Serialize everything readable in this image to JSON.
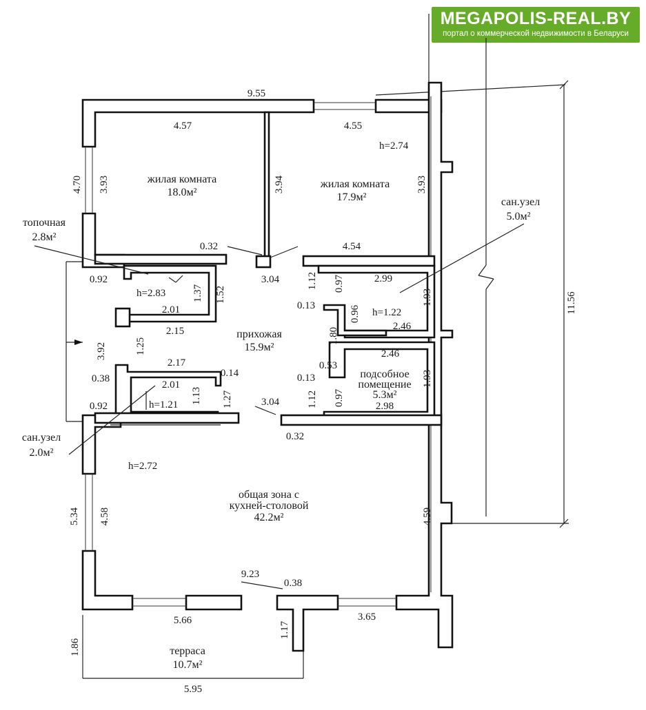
{
  "banner": {
    "site_name": "MEGAPOLIS-REAL.BY",
    "tagline": "портал о коммерческой недвижимости в Беларуси",
    "color": "#67ac28"
  },
  "rooms": {
    "living1": {
      "name": "жилая комната",
      "area": "18.0м²"
    },
    "living2": {
      "name": "жилая комната",
      "area": "17.9м²"
    },
    "boiler": {
      "name": "топочная",
      "area": "2.8м²"
    },
    "bath_right": {
      "name": "сан.узел",
      "area": "5.0м²"
    },
    "hall": {
      "name": "прихожая",
      "area": "15.9м²"
    },
    "utility": {
      "name1": "подсобное",
      "name2": "помещение",
      "area": "5.3м²"
    },
    "bath_left": {
      "name": "сан.узел",
      "area": "2.0м²"
    },
    "common": {
      "name1": "общая зона с",
      "name2": "кухней-столовой",
      "area": "42.2м²"
    },
    "terrace": {
      "name": "терраса",
      "area": "10.7м²"
    }
  },
  "heights": {
    "living": "h=2.74",
    "boiler": "h=2.83",
    "bath_right": "h=1.22",
    "bath_left": "h=1.21",
    "common": "h=2.72"
  },
  "dimensions": {
    "total_width": "9.55",
    "total_depth": "11.56",
    "living1_w": "4.57",
    "living2_w": "4.55",
    "living1_h": "3.93",
    "partition_h": "3.94",
    "living2_h": "3.93",
    "left_wall_top": "4.70",
    "wall_032_top": "0.32",
    "hall_door_w": "3.04",
    "living2_bottom": "4.54",
    "boiler_092": "0.92",
    "boiler_137": "1.37",
    "boiler_152": "1.52",
    "boiler_201": "2.01",
    "boiler_215": "2.15",
    "bath_r_112": "1.12",
    "bath_r_097": "0.97",
    "bath_r_299": "2.99",
    "bath_r_193": "1.93",
    "bath_r_013": "0.13",
    "bath_r_096": "0.96",
    "bath_r_246": "2.46",
    "hall_180": "1.80",
    "hall_392": "3.92",
    "hall_125": "1.25",
    "hall_038": "0.38",
    "hall_092b": "0.92",
    "bath_l_217": "2.17",
    "bath_l_201": "2.01",
    "bath_l_014": "0.14",
    "bath_l_113": "1.13",
    "bath_l_127": "1.27",
    "util_246": "2.46",
    "util_053": "0.53",
    "util_013": "0.13",
    "util_193": "1.93",
    "util_112": "1.12",
    "util_097": "0.97",
    "util_298": "2.98",
    "hall_door_w2": "3.04",
    "wall_032_bottom": "0.32",
    "common_left_outer": "5.34",
    "common_left_inner": "4.58",
    "common_right": "4.59",
    "common_width": "9.23",
    "pier_038": "0.38",
    "window_left": "5.66",
    "window_right": "3.65",
    "terrace_wall": "1.17",
    "terrace_depth": "1.86",
    "terrace_width": "5.95"
  }
}
